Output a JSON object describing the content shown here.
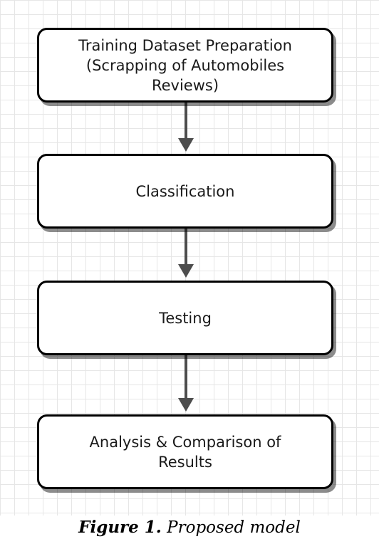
{
  "diagram": {
    "steps": [
      {
        "id": "step-1",
        "label": "Training Dataset Preparation\n(Scrapping of Automobiles\nReviews)"
      },
      {
        "id": "step-2",
        "label": "Classification"
      },
      {
        "id": "step-3",
        "label": "Testing"
      },
      {
        "id": "step-4",
        "label": "Analysis & Comparison of\nResults"
      }
    ],
    "edges": [
      {
        "from": "step-1",
        "to": "step-2"
      },
      {
        "from": "step-2",
        "to": "step-3"
      },
      {
        "from": "step-3",
        "to": "step-4"
      }
    ],
    "colors": {
      "border": "#000000",
      "arrow": "#4d4d4d",
      "grid": "#e6e6e6",
      "background": "#ffffff"
    }
  },
  "caption": {
    "label": "Figure 1.",
    "text": "Proposed model"
  }
}
